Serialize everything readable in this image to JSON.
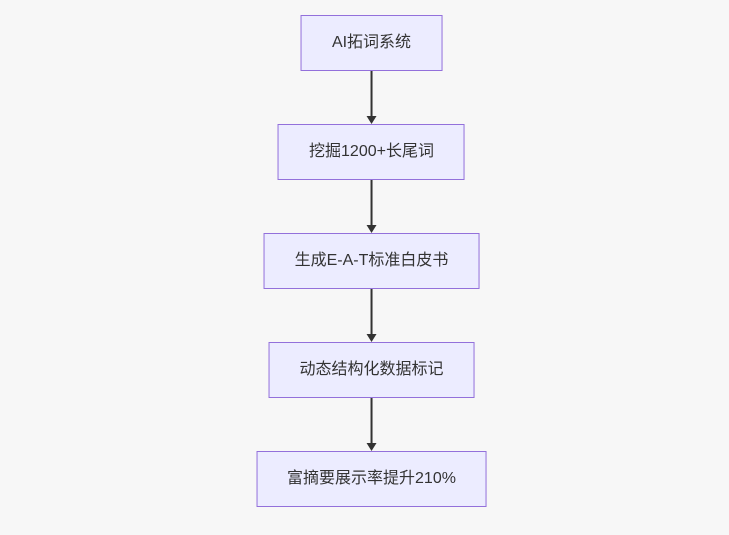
{
  "diagram": {
    "type": "flowchart",
    "direction": "top-down",
    "nodes": [
      {
        "id": "A",
        "label": "AI拓词系统"
      },
      {
        "id": "B",
        "label": "挖掘1200+长尾词"
      },
      {
        "id": "C",
        "label": "生成E-A-T标准白皮书"
      },
      {
        "id": "D",
        "label": "动态结构化数据标记"
      },
      {
        "id": "E",
        "label": "富摘要展示率提升210%"
      }
    ],
    "edges": [
      {
        "from": "A",
        "to": "B"
      },
      {
        "from": "B",
        "to": "C"
      },
      {
        "from": "C",
        "to": "D"
      },
      {
        "from": "D",
        "to": "E"
      }
    ],
    "colors": {
      "background": "#f7f7f7",
      "node_fill": "#ececff",
      "node_border": "#9370db",
      "node_text": "#333333",
      "arrow": "#333333"
    }
  }
}
